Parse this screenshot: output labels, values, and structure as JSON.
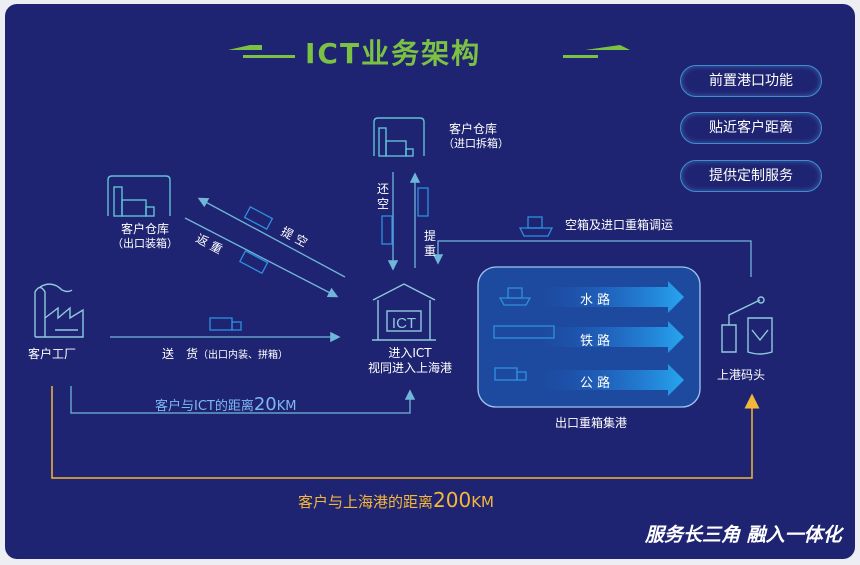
{
  "title": "ICT业务架构",
  "features": [
    "前置港口功能",
    "贴近客户距离",
    "提供定制服务"
  ],
  "nodes": {
    "import_warehouse": {
      "name": "客户仓库",
      "sub": "（进口拆箱）"
    },
    "export_warehouse": {
      "name": "客户仓库",
      "sub": "（出口装箱）"
    },
    "factory": "客户工厂",
    "ict": {
      "line1": "进入ICT",
      "line2": "视同进入上海港",
      "logo": "ICT"
    },
    "port": "上港码头"
  },
  "flows": {
    "pickup_empty": "提 空",
    "return_full": "返 重",
    "return_empty": [
      "还",
      "空"
    ],
    "pickup_full": [
      "提",
      "重"
    ],
    "delivery": "送　货",
    "delivery_note": "（出口内装、拼箱）",
    "transfer": "空箱及进口重箱调运"
  },
  "consolidation": {
    "label": "出口重箱集港",
    "routes": [
      "水 路",
      "铁 路",
      "公 路"
    ]
  },
  "distances": {
    "ict": "客户与ICT的距离",
    "ict_value": "20",
    "ict_unit": "KM",
    "port": "客户与上海港的距离",
    "port_value": "200",
    "port_unit": "KM"
  },
  "slogan": "服务长三角 融入一体化",
  "colors": {
    "bg": "#1f2472",
    "accent": "#7cc242",
    "line": "#6fb6d9",
    "orange": "#f5b73a"
  }
}
